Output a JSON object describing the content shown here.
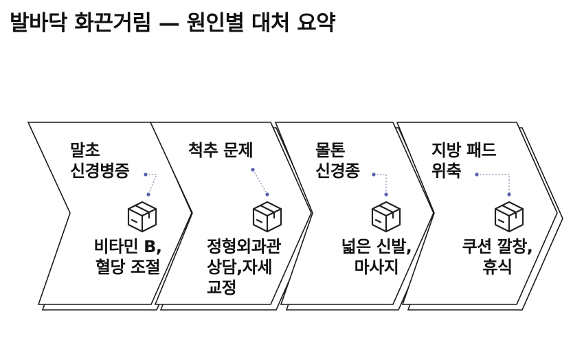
{
  "title": "발바닥 화끈거림 — 원인별 대처 요약",
  "steps": [
    {
      "cause": "말초\n신경병증",
      "remedy": "비타민 B,\n혈당 조절"
    },
    {
      "cause": "척추 문제",
      "remedy": "정형외과관\n상담,자세\n교정"
    },
    {
      "cause": "몰톤\n신경종",
      "remedy": "넓은 신발,\n마사지"
    },
    {
      "cause": "지방 패드\n위축",
      "remedy": "쿠션 깔창,\n휴식"
    }
  ],
  "colors": {
    "outline": "#1a1a1a",
    "connector": "#8f96b8",
    "dot": "#5a5fae",
    "icon": "#222222"
  }
}
